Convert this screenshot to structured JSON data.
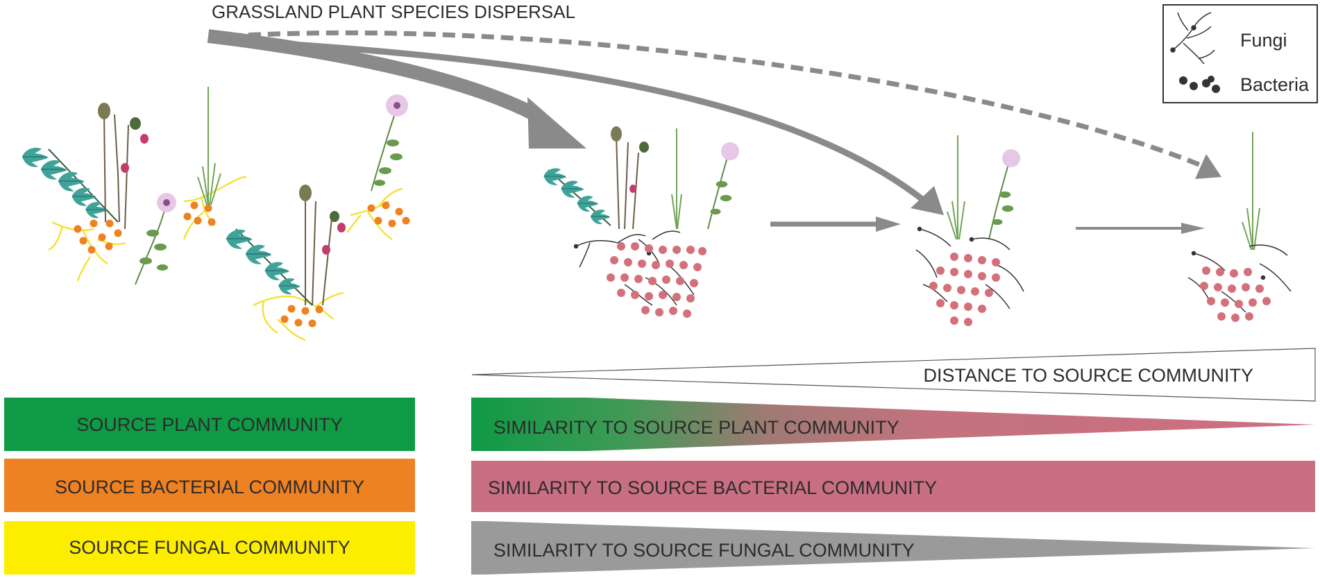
{
  "title": "GRASSLAND PLANT SPECIES DISPERSAL",
  "legend": {
    "fungi_label": "Fungi",
    "bacteria_label": "Bacteria"
  },
  "source_bars": [
    {
      "label": "SOURCE PLANT COMMUNITY",
      "color": "#0f9a45"
    },
    {
      "label": "SOURCE BACTERIAL COMMUNITY",
      "color": "#ee8121"
    },
    {
      "label": "SOURCE FUNGAL COMMUNITY",
      "color": "#fdee00"
    }
  ],
  "gradients": {
    "distance_label": "DISTANCE TO SOURCE COMMUNITY",
    "plant_similarity_label": "SIMILARITY TO SOURCE PLANT COMMUNITY",
    "bacterial_similarity_label": "SIMILARITY TO SOURCE BACTERIAL COMMUNITY",
    "fungal_similarity_label": "SIMILARITY TO SOURCE FUNGAL COMMUNITY"
  },
  "colors": {
    "arrow_gray": "#8a8a8a",
    "bacteria_pink": "#d4707a",
    "bacteria_source_orange": "#ee8121",
    "fungi_source_yellow": "#f4e23a",
    "fungi_dark": "#333333",
    "leaf_teal": "#3fa39a",
    "leaf_green": "#6a9a4e",
    "similarity_pink": "#c96f82",
    "similarity_gray": "#9a9a9a"
  }
}
